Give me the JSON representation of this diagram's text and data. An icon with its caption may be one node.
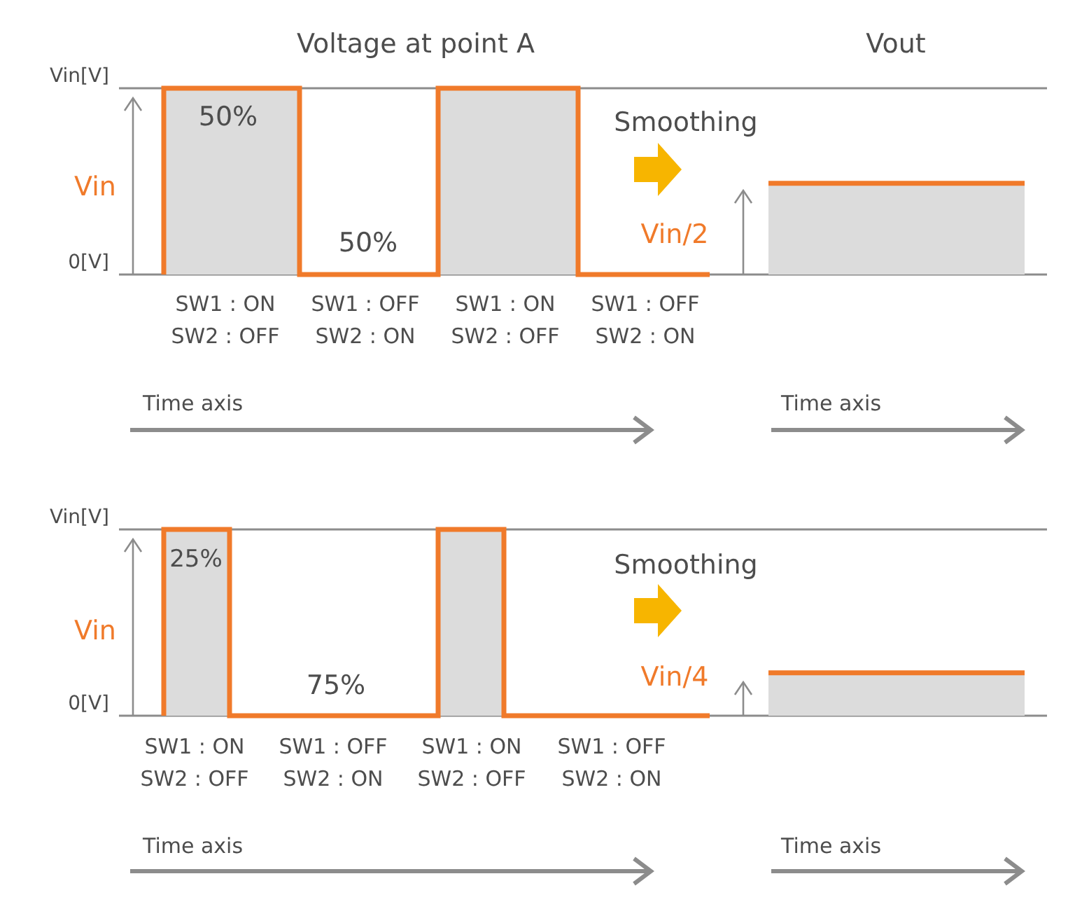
{
  "diagram": {
    "title": "Voltage at point A",
    "labels": [
      "Vout",
      "Vin[V]",
      "50%",
      "Smoothing",
      "Vin",
      "50%",
      "Vin/2",
      "0[V]",
      "SW1 : ON",
      "SW1 : OFF",
      "SW1 : ON",
      "SW1 : OFF",
      "SW2 : OFF",
      "SW2 : ON",
      "SW2 : OFF",
      "SW2 : ON",
      "Time axis",
      "Time axis",
      "Vin[V]",
      "25%",
      "Smoothing",
      "Vin",
      "75%",
      "Vin/4",
      "0[V]",
      "SW1 : ON",
      "SW1 : OFF",
      "SW1 : ON",
      "SW1 : OFF",
      "SW2 : OFF",
      "SW2 : ON",
      "SW2 : OFF",
      "SW2 : ON",
      "Time axis",
      "Time axis"
    ]
  }
}
